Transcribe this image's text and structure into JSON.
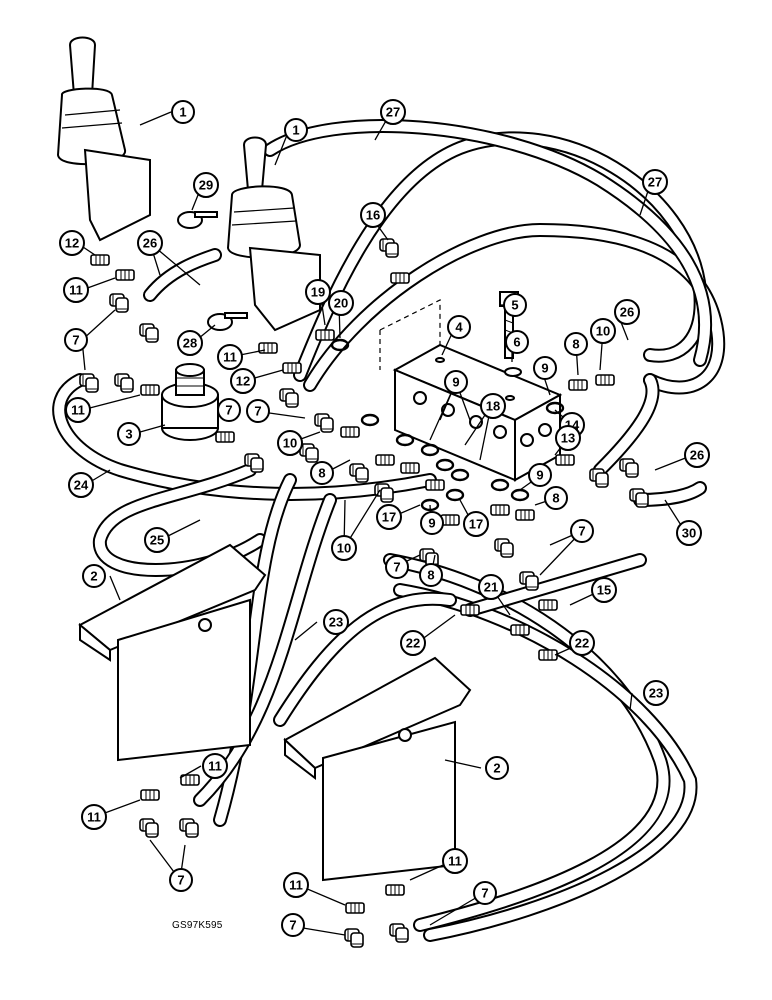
{
  "figure_code": "GS97K595",
  "callouts": [
    {
      "id": "c1a",
      "label": "1"
    },
    {
      "id": "c1b",
      "label": "1"
    },
    {
      "id": "c27a",
      "label": "27"
    },
    {
      "id": "c27b",
      "label": "27"
    },
    {
      "id": "c29",
      "label": "29"
    },
    {
      "id": "c16",
      "label": "16"
    },
    {
      "id": "c12a",
      "label": "12"
    },
    {
      "id": "c11a",
      "label": "11"
    },
    {
      "id": "c26a",
      "label": "26"
    },
    {
      "id": "c7a",
      "label": "7"
    },
    {
      "id": "c28",
      "label": "28"
    },
    {
      "id": "c19",
      "label": "19"
    },
    {
      "id": "c20",
      "label": "20"
    },
    {
      "id": "c5",
      "label": "5"
    },
    {
      "id": "c4",
      "label": "4"
    },
    {
      "id": "c6",
      "label": "6"
    },
    {
      "id": "c10a",
      "label": "10"
    },
    {
      "id": "c8a",
      "label": "8"
    },
    {
      "id": "c26b",
      "label": "26"
    },
    {
      "id": "c7b",
      "label": "7"
    },
    {
      "id": "c11b",
      "label": "11"
    },
    {
      "id": "c12b",
      "label": "12"
    },
    {
      "id": "c11c",
      "label": "11"
    },
    {
      "id": "c9a",
      "label": "9"
    },
    {
      "id": "c9b",
      "label": "9"
    },
    {
      "id": "c3",
      "label": "3"
    },
    {
      "id": "c7c",
      "label": "7"
    },
    {
      "id": "c18",
      "label": "18"
    },
    {
      "id": "c14",
      "label": "14"
    },
    {
      "id": "c13",
      "label": "13"
    },
    {
      "id": "c10b",
      "label": "10"
    },
    {
      "id": "c26c",
      "label": "26"
    },
    {
      "id": "c24",
      "label": "24"
    },
    {
      "id": "c8b",
      "label": "8"
    },
    {
      "id": "c9c",
      "label": "9"
    },
    {
      "id": "c8c",
      "label": "8"
    },
    {
      "id": "c17a",
      "label": "17"
    },
    {
      "id": "c9d",
      "label": "9"
    },
    {
      "id": "c17b",
      "label": "17"
    },
    {
      "id": "c30",
      "label": "30"
    },
    {
      "id": "c25",
      "label": "25"
    },
    {
      "id": "c10c",
      "label": "10"
    },
    {
      "id": "c7d",
      "label": "7"
    },
    {
      "id": "c8d",
      "label": "8"
    },
    {
      "id": "c7e",
      "label": "7"
    },
    {
      "id": "c2a",
      "label": "2"
    },
    {
      "id": "c21",
      "label": "21"
    },
    {
      "id": "c15",
      "label": "15"
    },
    {
      "id": "c23a",
      "label": "23"
    },
    {
      "id": "c22a",
      "label": "22"
    },
    {
      "id": "c22b",
      "label": "22"
    },
    {
      "id": "c23b",
      "label": "23"
    },
    {
      "id": "c2b",
      "label": "2"
    },
    {
      "id": "c11d",
      "label": "11"
    },
    {
      "id": "c11e",
      "label": "11"
    },
    {
      "id": "c7f",
      "label": "7"
    },
    {
      "id": "c11f",
      "label": "11"
    },
    {
      "id": "c11g",
      "label": "11"
    },
    {
      "id": "c7g",
      "label": "7"
    },
    {
      "id": "c7h",
      "label": "7"
    }
  ]
}
